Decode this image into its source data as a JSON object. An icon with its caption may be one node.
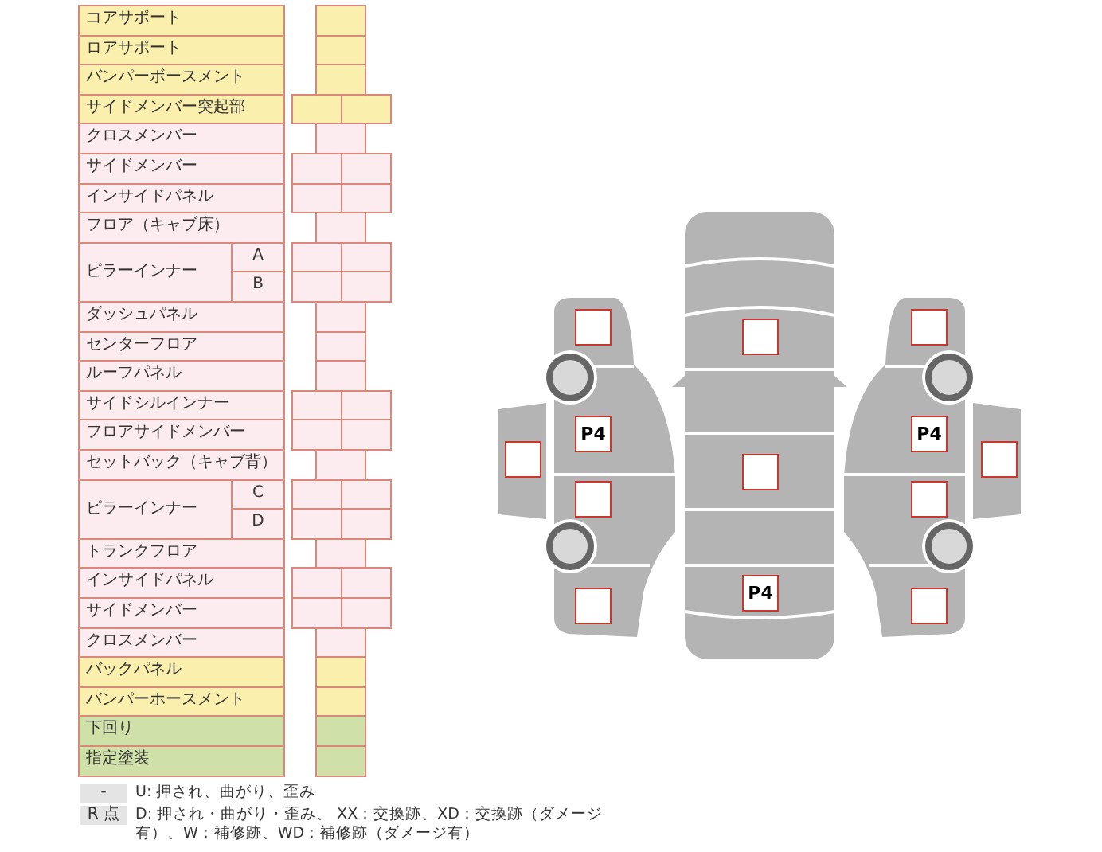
{
  "diagram": {
    "nodes": [
      {
        "text": [],
        "shape": "box"
      },
      {
        "text": [],
        "shape": "box"
      },
      {
        "text": [
          "P4"
        ]
      },
      {
        "text": [],
        "shape": "box"
      },
      {
        "text": [],
        "shape": "box"
      },
      {
        "text": [],
        "shape": "box"
      },
      {
        "text": [],
        "shape": "box"
      },
      {
        "text": [
          "P4"
        ]
      },
      {
        "text": [],
        "shape": "box"
      },
      {
        "text": [
          "P4"
        ]
      },
      {
        "text": [],
        "shape": "box"
      },
      {
        "text": [],
        "shape": "box"
      },
      {
        "text": [],
        "shape": "box"
      }
    ],
    "labels": [
      "コアサポート",
      "ロアサポート",
      "バンパーボースメント",
      "サイドメンバー突起部",
      "クロスメンバー",
      "サイドメンバー",
      "インサイドパネル",
      "フロア（キャブ床）",
      "ピラーインナー",
      "A",
      "B",
      "ダッシュパネル",
      "センターフロア",
      "ルーフパネル",
      "サイドシルインナー",
      "フロアサイドメンバー",
      "セットバック（キャブ背）",
      "ピラーインナー",
      "C",
      "D",
      "トランクフロア",
      "インサイドパネル",
      "サイドメンバー",
      "クロスメンバー",
      "バックパネル",
      "バンパーホースメント",
      "下回り",
      "指定塗装",
      "-",
      "U: 押され、曲がり、歪み",
      "R 点",
      "D: 押され・曲がり・歪み、 XX：交換跡、XD：交換跡（ダメージ有）、W：補修跡、WD：補修跡（ダメージ有）"
    ]
  }
}
